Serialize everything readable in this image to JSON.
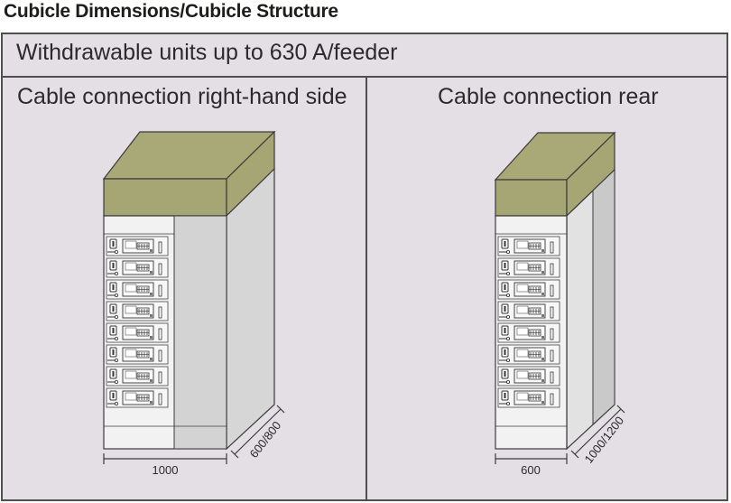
{
  "title": "Cubicle Dimensions/Cubicle Structure",
  "header": "Withdrawable units up to 630 A/feeder",
  "panels": [
    {
      "label": "Cable connection right-hand side",
      "width_label": "1000",
      "depth_label": "600/800"
    },
    {
      "label": "Cable connection rear",
      "width_label": "600",
      "depth_label": "1000/1200"
    }
  ],
  "colors": {
    "roof": "#a5a673",
    "roof_top": "#a8a977",
    "cubicle_front": "#f2f2f2",
    "cubicle_side": "#d3d3d3",
    "background": "#e4dfe4",
    "line": "#3a3a3a"
  }
}
